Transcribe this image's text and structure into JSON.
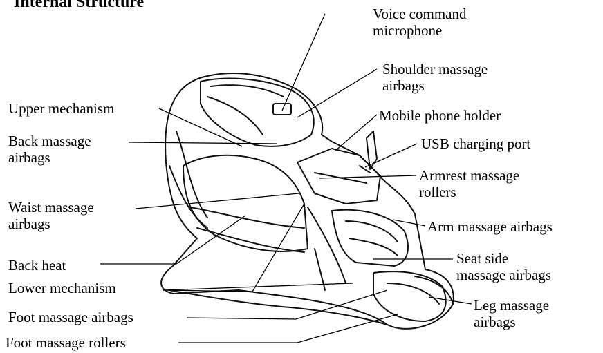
{
  "title": "Internal Structure",
  "labels": {
    "voice_command": [
      "Voice command",
      "microphone"
    ],
    "shoulder_airbags": [
      "Shoulder massage",
      "airbags"
    ],
    "upper_mechanism": [
      "Upper mechanism"
    ],
    "mobile_phone_holder": [
      "Mobile phone holder"
    ],
    "back_airbags": [
      "Back massage",
      "airbags"
    ],
    "usb_port": [
      "USB charging port"
    ],
    "armrest_rollers": [
      "Armrest massage",
      "rollers"
    ],
    "waist_airbags": [
      "Waist massage",
      "airbags"
    ],
    "arm_airbags": [
      "Arm massage airbags"
    ],
    "seat_side_airbags": [
      "Seat side",
      "massage airbags"
    ],
    "back_heat": [
      "Back heat"
    ],
    "lower_mechanism": [
      "Lower mechanism"
    ],
    "leg_airbags": [
      "Leg massage",
      "airbags"
    ],
    "foot_airbags": [
      "Foot massage airbags"
    ],
    "foot_rollers": [
      "Foot massage rollers"
    ]
  },
  "colors": {
    "line": "#000000",
    "text": "#000000",
    "background": "#ffffff"
  }
}
